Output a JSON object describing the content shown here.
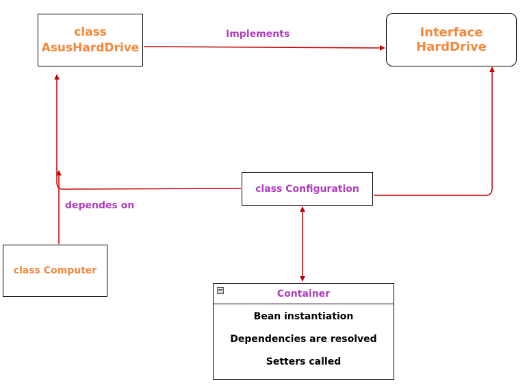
{
  "colors": {
    "class_title": "#f5873a",
    "relation_label": "#b03cbf",
    "arrow": "#c00000",
    "text": "#000000"
  },
  "nodes": {
    "asus": {
      "line1": "class",
      "line2": "AsusHardDrive"
    },
    "interface": {
      "title": "Interface HardDrive"
    },
    "configuration": {
      "title": "class Configuration"
    },
    "computer": {
      "title": "class Computer"
    }
  },
  "edges": {
    "implements": "Implements",
    "depends_on": "dependes on"
  },
  "container": {
    "title": "Container",
    "toggle_icon": "minus-icon",
    "items": [
      "Bean instantiation",
      "Dependencies are resolved",
      "Setters called"
    ]
  }
}
